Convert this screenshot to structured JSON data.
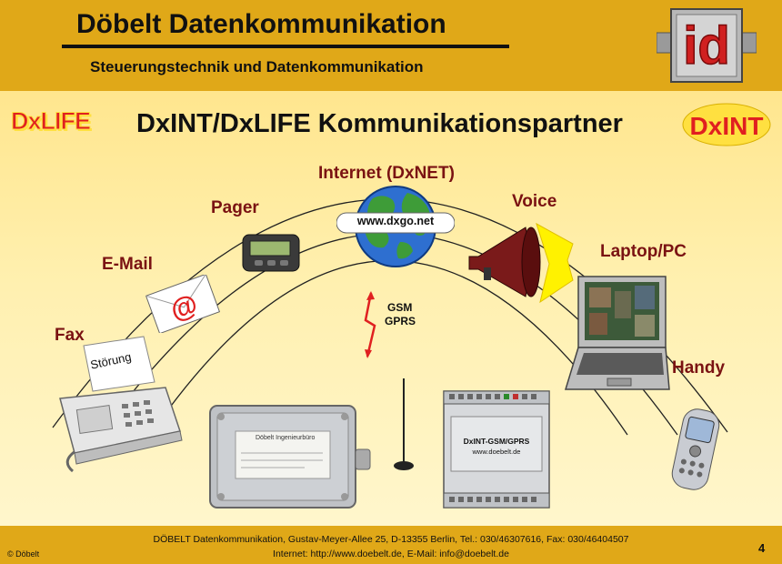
{
  "header": {
    "title": "Döbelt Datenkommunikation",
    "subtitle": "Steuerungstechnik und Datenkommunikation",
    "corner_logo": "id"
  },
  "slide": {
    "title": "DxINT/DxLIFE Kommunikationspartner",
    "logo_left": "DxLIFE",
    "logo_right": "DxINT"
  },
  "labels": {
    "fax": "Fax",
    "email": "E-Mail",
    "pager": "Pager",
    "internet": "Internet (DxNET)",
    "voice": "Voice",
    "laptop": "Laptop/PC",
    "handy": "Handy",
    "gsm": "GSM",
    "gprs": "GPRS"
  },
  "globe_banner": "www.dxgo.net",
  "fax_note": "Störung",
  "device": {
    "name": "DxINT-GSM/GPRS",
    "url": "www.doebelt.de",
    "box_label": "Döbelt Ingenieurbüro"
  },
  "footer": {
    "address": "DÖBELT Datenkommunikation, Gustav-Meyer-Allee 25, D-13355 Berlin, Tel.: 030/46307616, Fax: 030/46404507",
    "contact": "Internet: http://www.doebelt.de, E-Mail: info@doebelt.de",
    "copyright": "© Döbelt",
    "page_number": "4"
  },
  "colors": {
    "header_bg": "#E0A818",
    "content_bg": "#FFEFAA",
    "label_color": "#7A1212",
    "logo_red": "#E02020",
    "logo_yellow": "#FFE040"
  }
}
